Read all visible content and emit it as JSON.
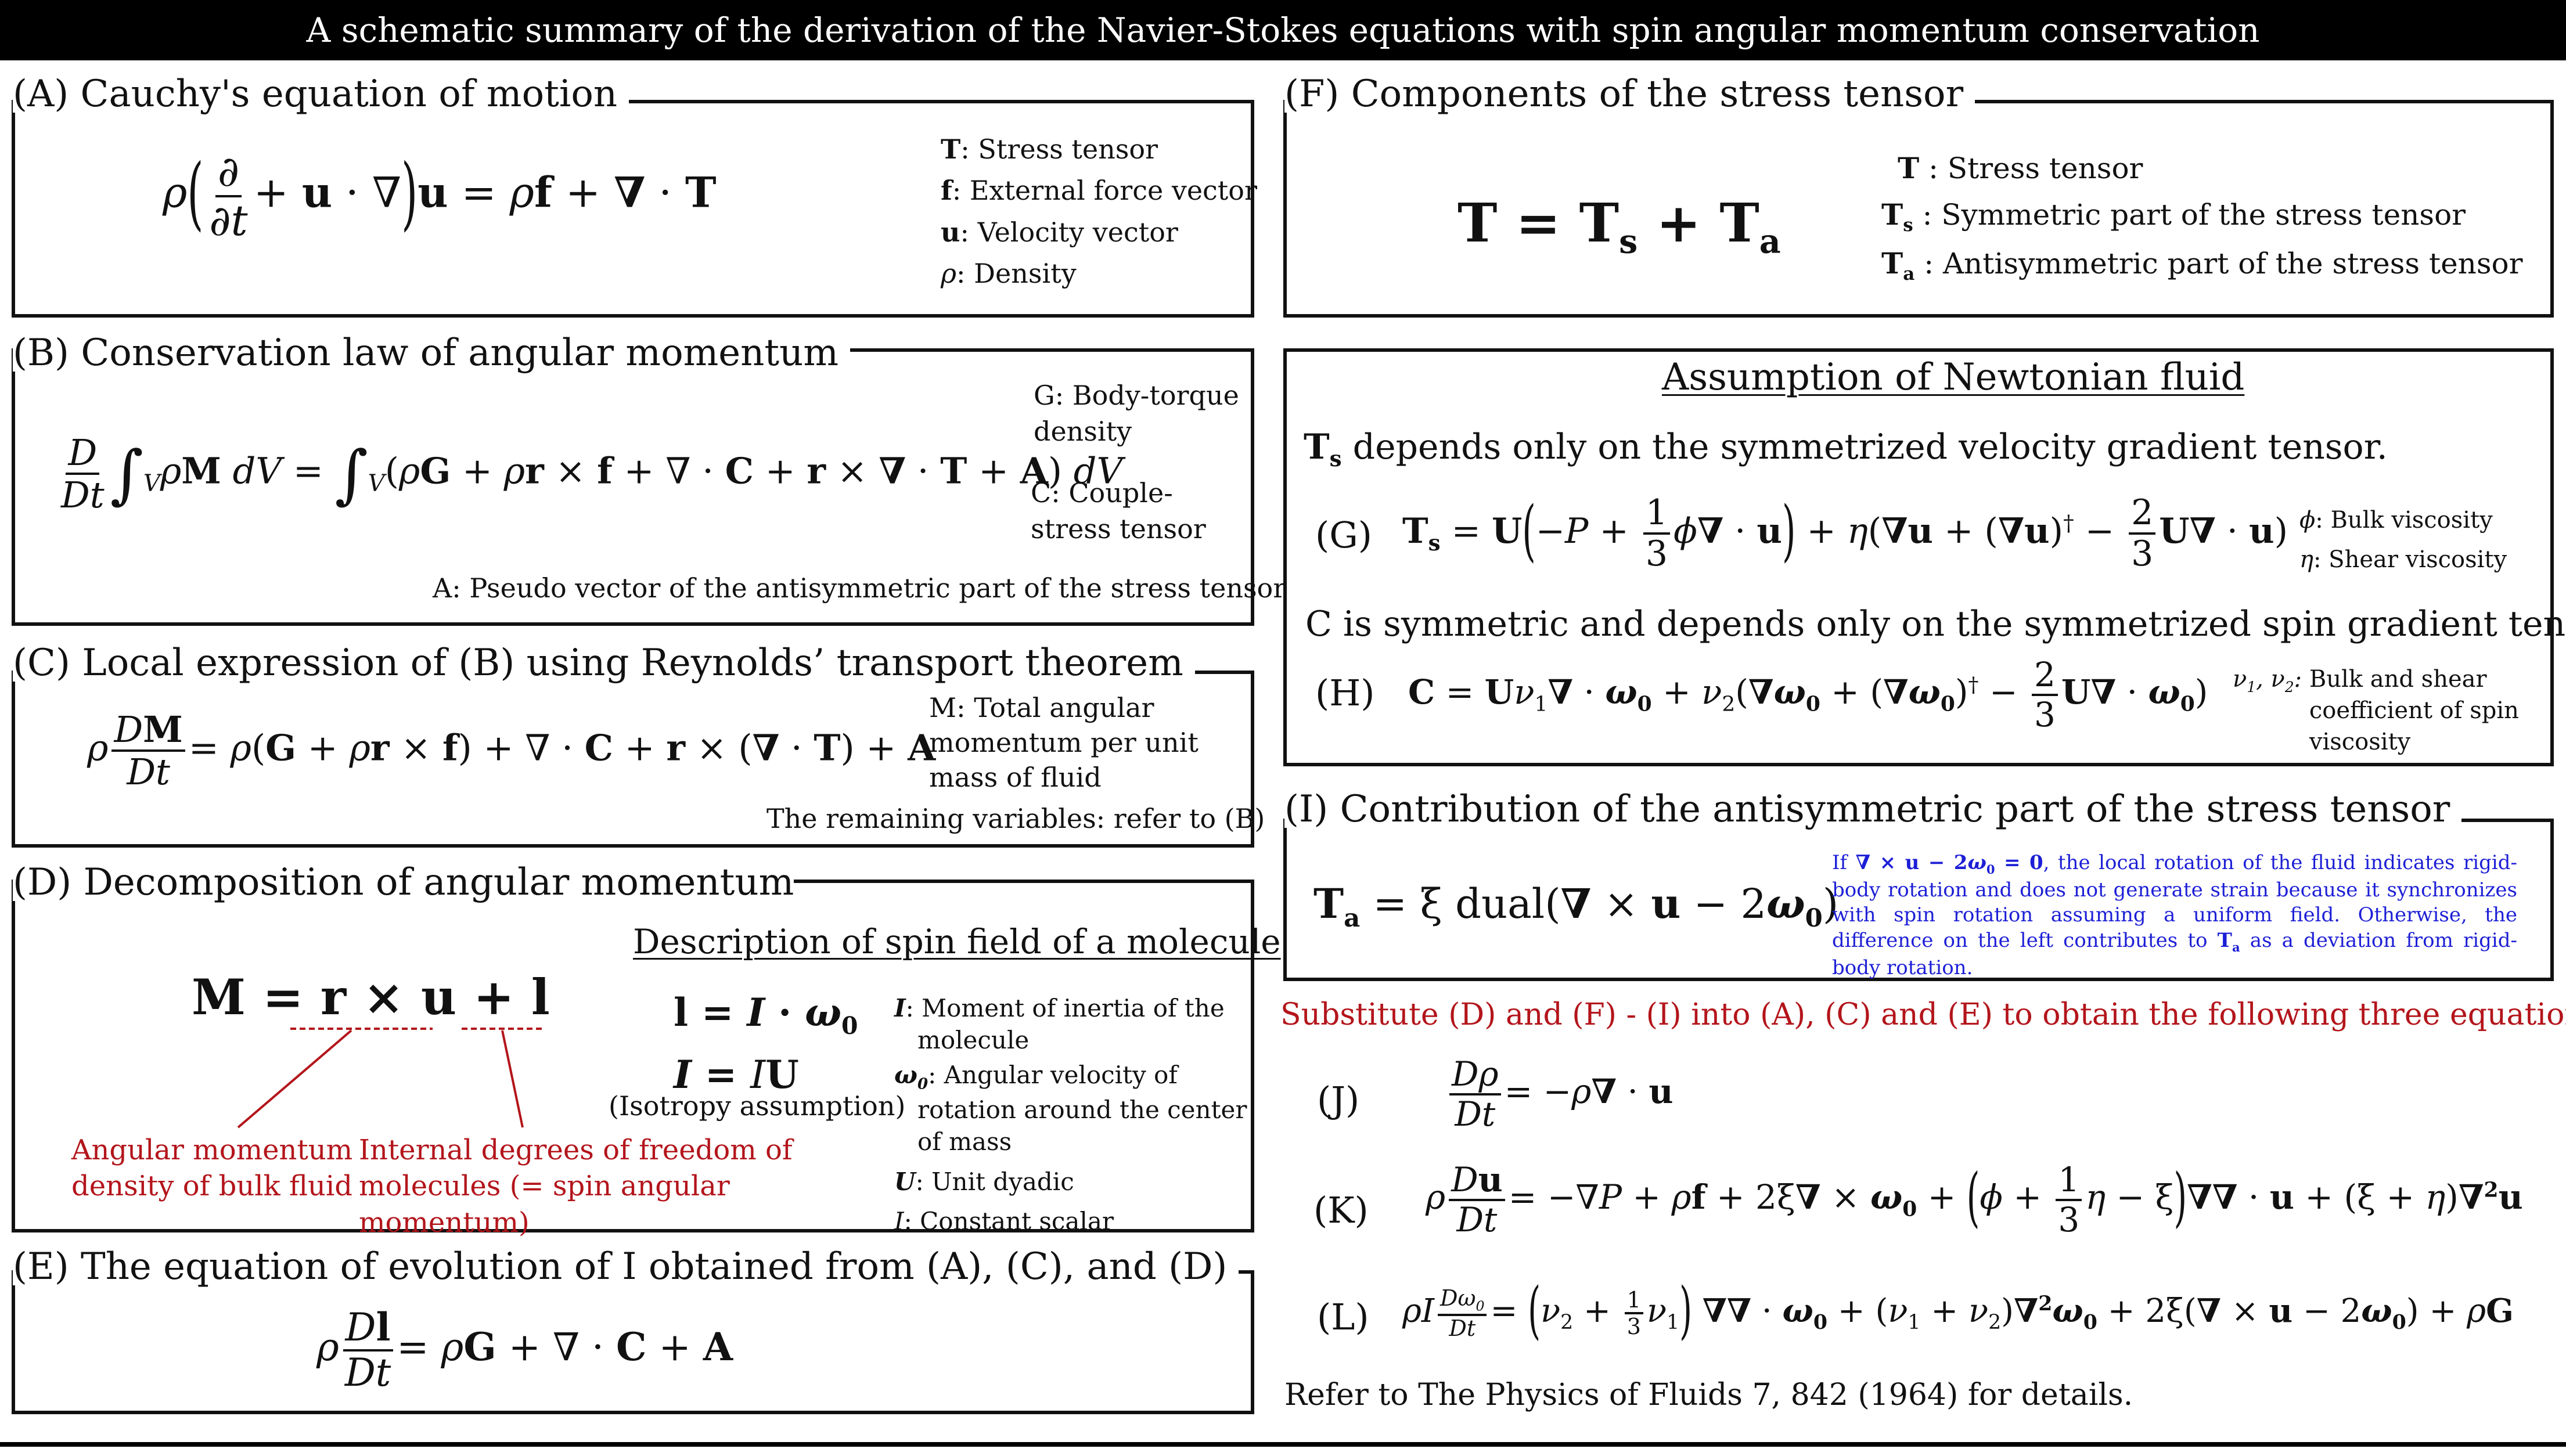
{
  "title": "A schematic summary of the derivation of the Navier-Stokes equations with spin angular momentum conservation",
  "panel_a": {
    "heading": "(A) Cauchy's equation of motion",
    "legend": [
      {
        "sym": "T",
        "desc": ": Stress tensor"
      },
      {
        "sym": "f",
        "desc": ": External force vector"
      },
      {
        "sym": "u",
        "desc": ": Velocity vector"
      },
      {
        "sym": "ρ",
        "desc": ": Density"
      }
    ]
  },
  "panel_b": {
    "heading": "(B) Conservation law of angular momentum",
    "legend_g": "G: Body-torque density",
    "legend_c": "C: Couple-stress tensor",
    "legend_a": "A:  Pseudo vector of the antisymmetric part of the stress tensor"
  },
  "panel_c": {
    "heading": "(C) Local expression of (B) using Reynolds’ transport theorem",
    "legend_m": "M: Total angular momentum per unit mass of fluid",
    "note": "The remaining variables: refer to (B)"
  },
  "panel_d": {
    "heading": "(D) Decomposition of angular momentum",
    "subheading": "Description of spin field of a molecule",
    "label_bulk": "Angular momentum density of bulk fluid",
    "label_spin": "Internal degrees of freedom of molecules (= spin angular momentum)",
    "isotropy": "(Isotropy assumption)",
    "legend": [
      {
        "sym": "I",
        "desc": ":  Moment of inertia of the molecule"
      },
      {
        "sym": "ω0",
        "desc": ": Angular velocity of rotation around the center of mass"
      },
      {
        "sym": "U",
        "desc": ":  Unit dyadic"
      },
      {
        "sym": "I",
        "desc": ": Constant scalar"
      }
    ]
  },
  "panel_e": {
    "heading": "(E) The equation of evolution of I obtained from (A), (C), and (D)"
  },
  "panel_f": {
    "heading": "(F) Components of the stress tensor",
    "legend": [
      {
        "sym": "T",
        "desc": " : Stress tensor"
      },
      {
        "sym": "Ts",
        "desc": " : Symmetric part of the stress tensor"
      },
      {
        "sym": "Ta",
        "desc": " : Antisymmetric part of the stress tensor"
      }
    ]
  },
  "newtonian": {
    "heading": "Assumption of Newtonian fluid",
    "ts_text": " depends only on the symmetrized velocity gradient tensor.",
    "g_label": "(G)",
    "g_legend_phi": ":  Bulk viscosity",
    "g_legend_eta": ":  Shear viscosity",
    "c_text": "C is symmetric and depends only on the symmetrized spin gradient tensor.",
    "h_label": "(H)",
    "h_legend": "Bulk and shear coefficient of spin viscosity"
  },
  "panel_i": {
    "heading": "(I) Contribution of the antisymmetric part of the stress tensor",
    "note": "the local rotation of the fluid indicates rigid-body rotation and does not generate strain because it synchronizes with spin rotation assuming a uniform field. Otherwise, the difference on the left contributes to",
    "note_end": "as a deviation from rigid-body rotation."
  },
  "substitute_text": "Substitute (D) and (F) - (I) into (A), (C) and (E) to obtain the following three equations.",
  "eq_labels": {
    "j": "(J)",
    "k": "(K)",
    "l": "(L)"
  },
  "reference": "Refer to The Physics of Fluids 7, 842 (1964) for details.",
  "colors": {
    "title_bg": "#000000",
    "accent_red": "#b3151b",
    "note_blue": "#1d1fd6"
  }
}
